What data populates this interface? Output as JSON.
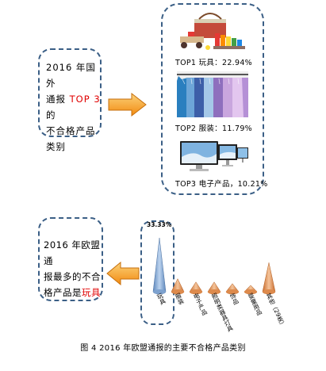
{
  "top_left": {
    "line1": "2016 年国外",
    "line2_pre": "通报 ",
    "line2_highlight": "TOP 3",
    "line2_post": " 的",
    "line3": "不合格产品",
    "line4": "类别"
  },
  "top_right": {
    "items": [
      {
        "label": "TOP1 玩具：22.94%",
        "icon": "toy-image"
      },
      {
        "label": "TOP2 服装：11.79%",
        "icon": "clothing-image"
      },
      {
        "label": "TOP3 电子产品，10.21%",
        "icon": "electronics-image"
      }
    ]
  },
  "bottom_left": {
    "line1": "2016 年欧盟通",
    "line2": "报最多的不合",
    "line3_pre": "格产品是",
    "line3_highlight": "玩具"
  },
  "chart_data": {
    "type": "bar",
    "shape": "cone",
    "categories": [
      "玩具",
      "服装",
      "电子产品",
      "照明类器具灯具",
      "饰品",
      "婴童用品",
      "其他（29类）"
    ],
    "values": [
      33.33,
      8,
      6,
      6,
      5,
      4,
      18
    ],
    "data_labels": [
      "33.33%",
      "",
      "",
      "",
      "",
      "",
      ""
    ],
    "title": "",
    "xlabel": "",
    "ylabel": ""
  },
  "caption": "图 4 2016 年欧盟通报的主要不合格产品类别",
  "colors": {
    "dash_border": "#3b5f86",
    "arrow_top": "#f7a21b",
    "arrow_bottom": "#f7a21b",
    "highlight": "#e00000",
    "cone_blue": "#8fb0d8",
    "cone_orange": "#e89b5e"
  }
}
